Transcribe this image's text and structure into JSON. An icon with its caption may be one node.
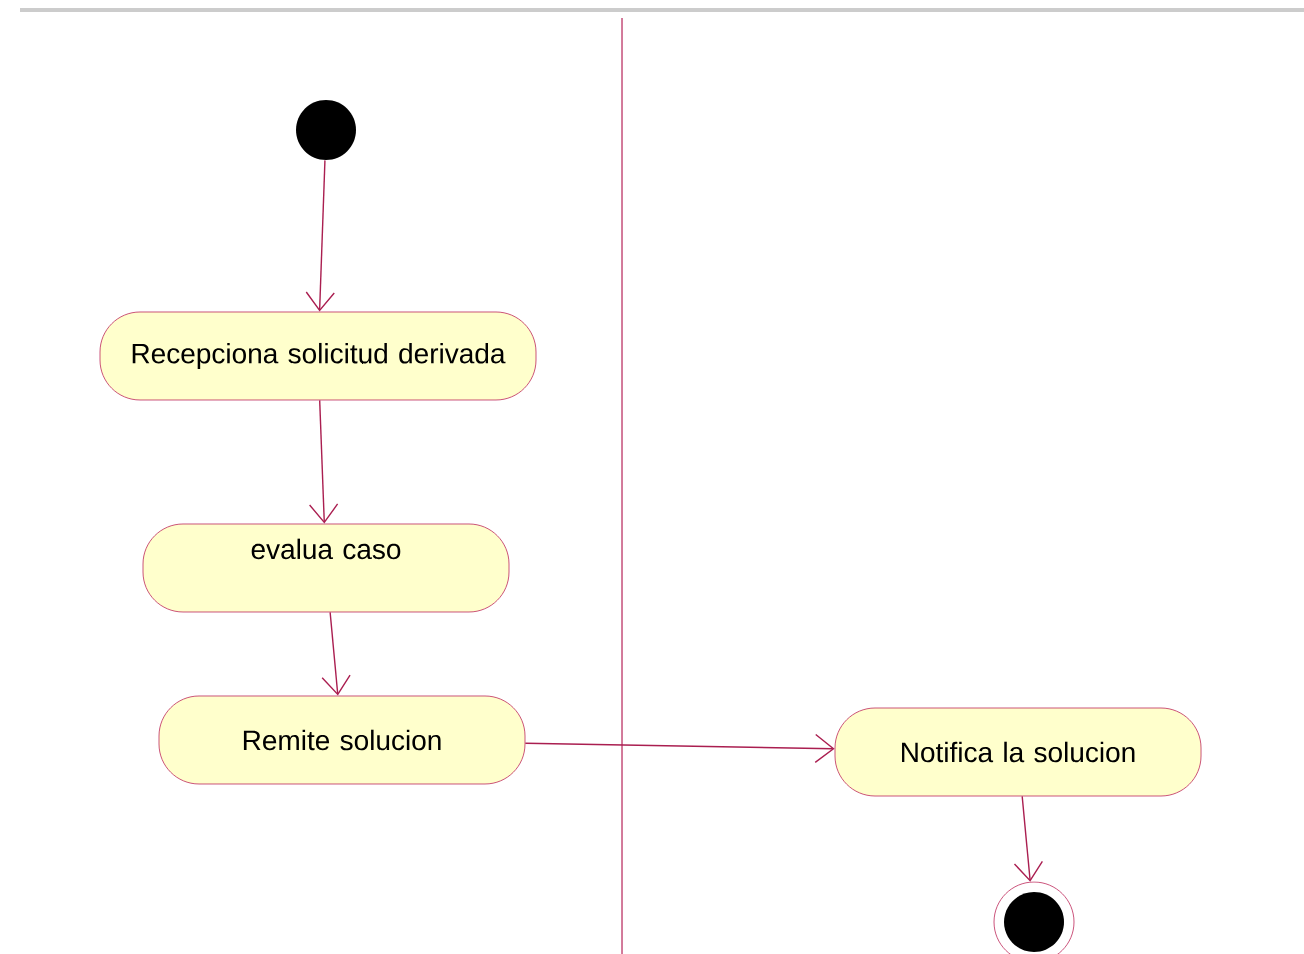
{
  "diagram": {
    "nodes": [
      {
        "text": [],
        "shape": "circle"
      },
      {
        "text": [
          "Recepciona solicitud derivada"
        ]
      },
      {
        "text": [
          "evalua caso"
        ]
      },
      {
        "text": [
          "Remite solucion"
        ]
      },
      {
        "text": [
          "Notifica la solucion"
        ]
      },
      {
        "text": [],
        "shape": "bullseye"
      }
    ],
    "edges": [
      {
        "from": 0,
        "to": 1,
        "arrow": "to"
      },
      {
        "from": 1,
        "to": 2,
        "arrow": "to"
      },
      {
        "from": 2,
        "to": 3,
        "arrow": "to"
      },
      {
        "from": 3,
        "to": 4,
        "arrow": "to"
      },
      {
        "from": 4,
        "to": 5,
        "arrow": "to"
      }
    ]
  }
}
